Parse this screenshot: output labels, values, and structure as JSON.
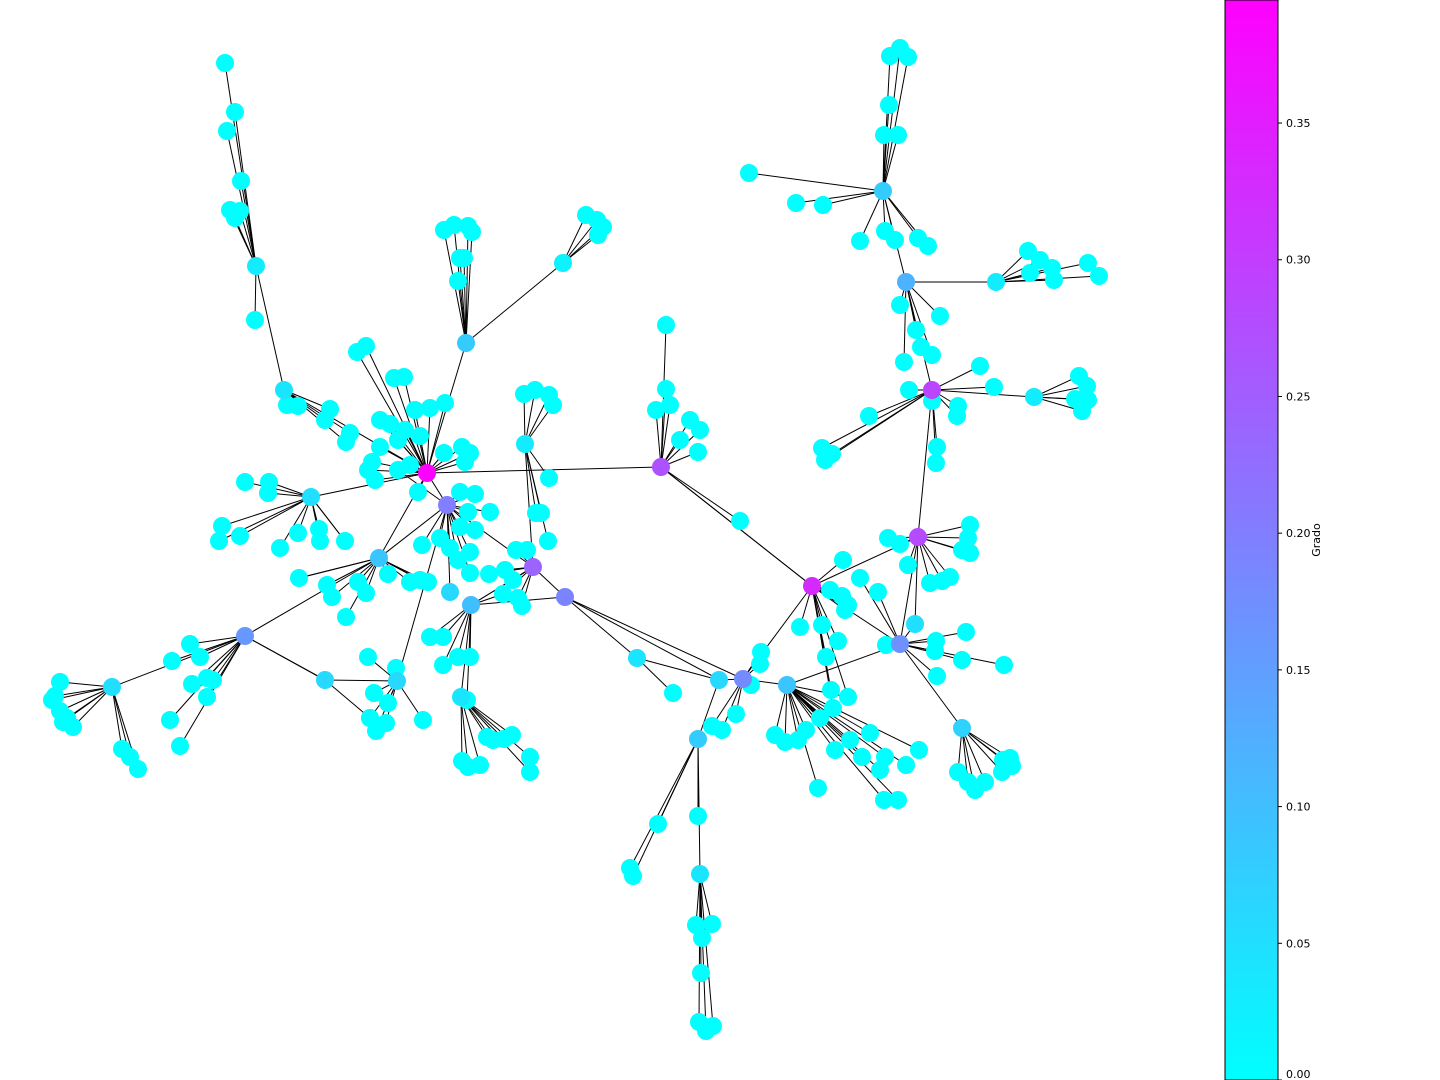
{
  "colorbar": {
    "label": "Grado",
    "colormap": "cool",
    "min": 0.0,
    "max": 0.395,
    "ticks": [
      "0.00",
      "0.05",
      "0.10",
      "0.15",
      "0.20",
      "0.25",
      "0.30",
      "0.35"
    ],
    "color_low": "#00ffff",
    "color_high": "#ff00ff"
  },
  "graph_style": {
    "edge_color": "#000000",
    "background": "#ffffff"
  }
}
